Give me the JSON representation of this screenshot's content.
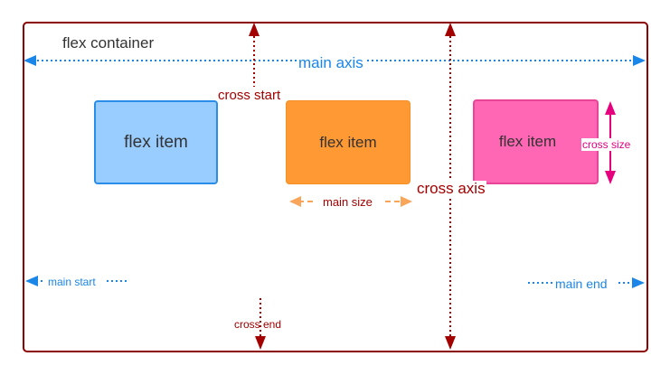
{
  "diagram": {
    "container_label": "flex container",
    "main_axis_label": "main axis",
    "cross_axis_label": "cross axis",
    "cross_start_label": "cross start",
    "cross_end_label": "cross end",
    "main_start_label": "main start",
    "main_end_label": "main end",
    "main_size_label": "main size",
    "cross_size_label": "cross size",
    "items": [
      {
        "label": "flex item",
        "fill": "#99ccff",
        "border": "#2a8de8"
      },
      {
        "label": "flex item",
        "fill": "#ff9933",
        "border": "#f58f25"
      },
      {
        "label": "flex item",
        "fill": "#ff66b3",
        "border": "#e84597"
      }
    ]
  },
  "colors": {
    "container_border": "#8b0000",
    "main_axis": "#1a86e8",
    "cross_axis": "#a30000",
    "main_size": "#f9a55a",
    "cross_size": "#e6007e"
  }
}
